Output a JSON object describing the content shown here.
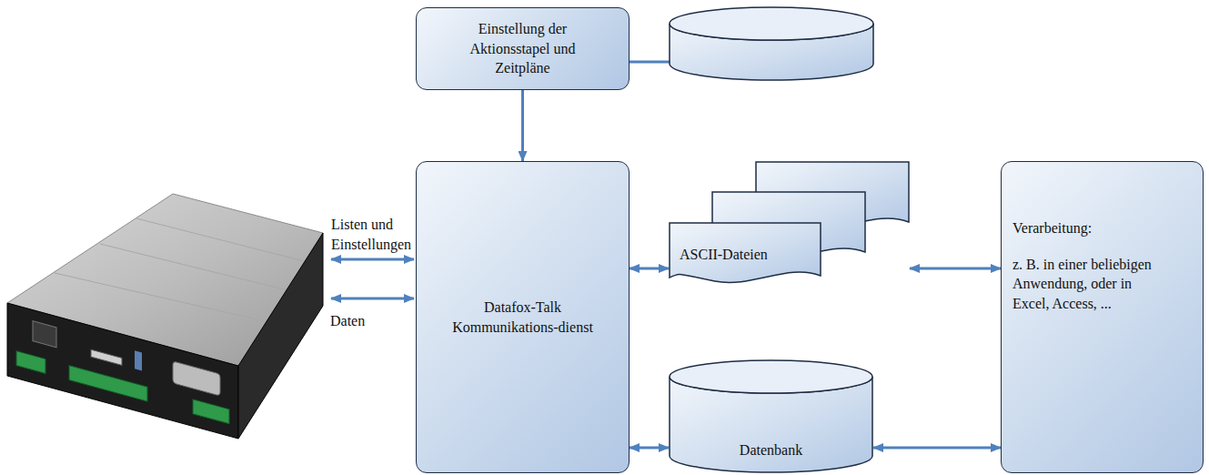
{
  "diagram": {
    "nodes": [
      {
        "text": [
          "Einstellung der Aktionsstapel und Zeitpläne"
        ]
      },
      {
        "text": [
          "Datafox-Talk Kommunikations-dienst"
        ]
      },
      {
        "text": [
          "ASCII-Dateien"
        ]
      },
      {
        "text": [
          "Datenbank"
        ]
      },
      {
        "text": [
          "Verarbeitung:",
          "z. B. in einer beliebigen Anwendung, oder in Excel, Access, ..."
        ]
      }
    ],
    "edges": [
      {
        "from": 0,
        "to": 1,
        "arrow": "to"
      },
      {
        "from": 1,
        "to": 2,
        "arrow": "both"
      },
      {
        "from": 1,
        "to": 3,
        "arrow": "both"
      },
      {
        "from": 2,
        "to": 4,
        "arrow": "both"
      },
      {
        "from": 3,
        "to": 4,
        "arrow": "both"
      }
    ],
    "labels": [
      "Listen und Einstellungen",
      "Daten"
    ]
  }
}
